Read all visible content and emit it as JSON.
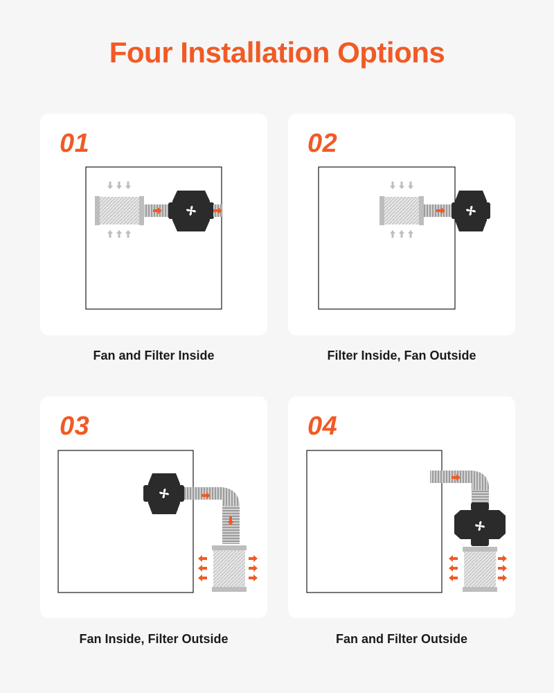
{
  "page": {
    "title": "Four Installation Options"
  },
  "options": [
    {
      "number": "01",
      "caption": "Fan and Filter Inside"
    },
    {
      "number": "02",
      "caption": "Filter Inside, Fan Outside"
    },
    {
      "number": "03",
      "caption": "Fan Inside, Filter Outside"
    },
    {
      "number": "04",
      "caption": "Fan and Filter Outside"
    }
  ],
  "colors": {
    "accent": "#f15a24",
    "fan": "#2b2b2b",
    "filter": "#dcdcdc",
    "duct": "#c8c8c8",
    "air_arrow_gray": "#bdbdbd",
    "air_arrow_orange": "#f15a24"
  },
  "icons": [
    "fan-blade-icon",
    "airflow-arrow-icon"
  ]
}
